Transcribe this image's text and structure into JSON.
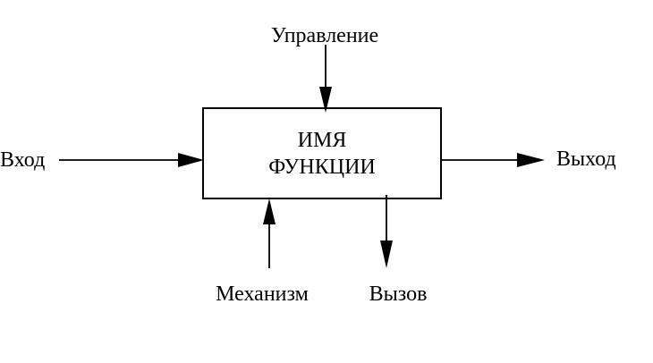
{
  "diagram": {
    "function_name": [
      "ИМЯ",
      "ФУНКЦИИ"
    ],
    "labels": {
      "control": "Управление",
      "input": "Вход",
      "output": "Выход",
      "mechanism": "Механизм",
      "call": "Вызов"
    },
    "colors": {
      "stroke": "#000000",
      "background": "#ffffff"
    }
  }
}
